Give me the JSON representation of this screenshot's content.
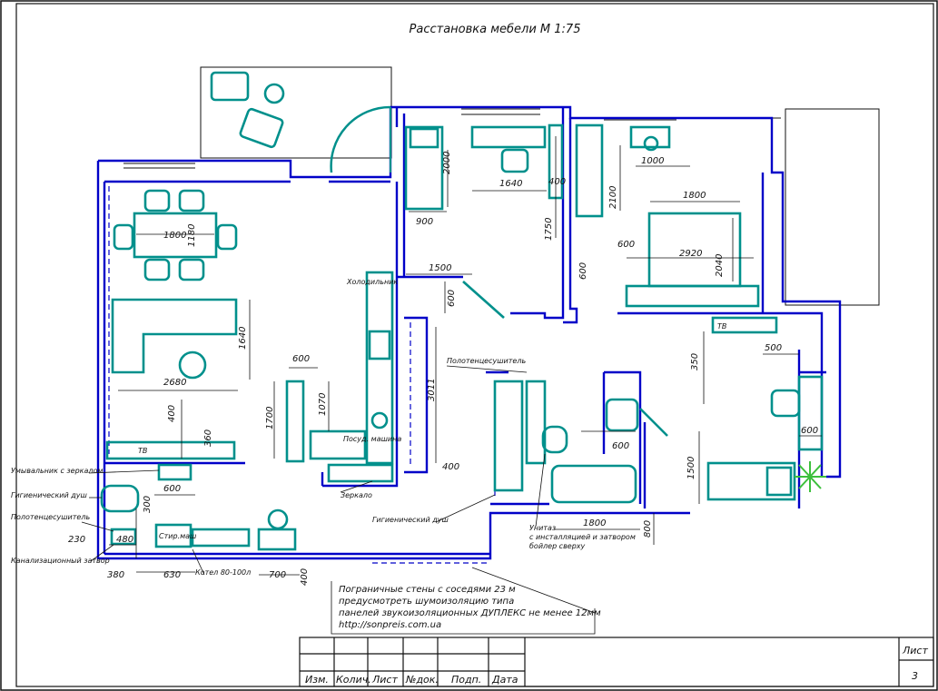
{
  "title": "Расстановка мебели М 1:75",
  "colors": {
    "wall": "#0000c8",
    "furniture": "#00908c",
    "dim": "#111111",
    "plant": "#3cbf3c"
  },
  "labels": {
    "fridge": "Холодильник",
    "dishwasher": "Посуд. машина",
    "mirror": "Зеркало",
    "towel_dryer_1": "Полотенцесушитель",
    "washbasin_mirror": "Умывальник с зеркалом",
    "hygienic_shower_1": "Гигиенический душ",
    "towel_dryer_2": "Полотенцесушитель",
    "sewer_valve": "Канализационный затвор",
    "washer": "Стир.маш",
    "boiler": "Котел 80-100л",
    "hygienic_shower_2": "Гигиенический душ",
    "toilet_note_1": "Унитаз",
    "toilet_note_2": "с инсталляцией и затвором",
    "toilet_note_3": "бойлер сверху",
    "tv_1": "ТВ",
    "tv_2": "ТВ"
  },
  "dimensions": {
    "d_2000": "2000",
    "d_1640a": "1640",
    "d_400a": "400",
    "d_900": "900",
    "d_1750": "1750",
    "d_2100": "2100",
    "d_1000": "1000",
    "d_1800a": "1800",
    "d_600a": "600",
    "d_2920": "2920",
    "d_2040": "2040",
    "d_600b": "600",
    "d_1800b": "1800",
    "d_1180": "1180",
    "d_1640b": "1640",
    "d_2680": "2680",
    "d_1500a": "1500",
    "d_600c": "600",
    "d_600d": "600",
    "d_1700": "1700",
    "d_1070": "1070",
    "d_3011": "3011",
    "d_400b": "400",
    "d_400c": "400",
    "d_360": "360",
    "d_600e": "600",
    "d_300": "300",
    "d_230": "230",
    "d_480": "480",
    "d_380": "380",
    "d_630": "630",
    "d_700": "700",
    "d_400d": "400",
    "d_350": "350",
    "d_500": "500",
    "d_600f": "600",
    "d_600g": "600",
    "d_1500b": "1500",
    "d_1800c": "1800",
    "d_800": "800"
  },
  "notes": [
    "Пограничные стены с соседями 23 м",
    "предусмотреть шумоизоляцию типа",
    "панелей звукоизоляционных ДУПЛЕКС  не менее 12мм",
    "http://sonpreis.com.ua"
  ],
  "title_block": {
    "cols": [
      "Изм.",
      "Колич.",
      "Лист",
      "№док.",
      "Подп.",
      "Дата"
    ],
    "sheet_label": "Лист",
    "sheet_number": "3"
  }
}
